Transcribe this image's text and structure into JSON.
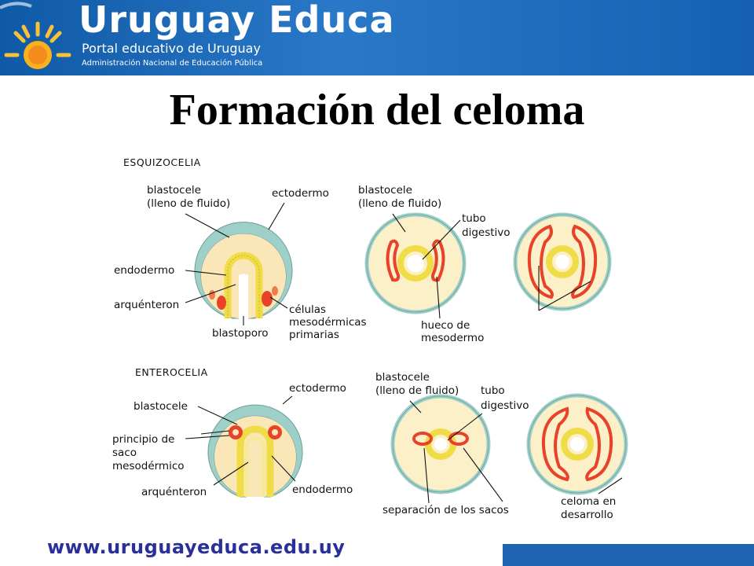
{
  "header": {
    "brand_title": "Uruguay Educa",
    "brand_subtitle": "Portal educativo de Uruguay",
    "brand_subtitle_small": "Administración Nacional de Educación Pública",
    "logo_icon": "sun-logo-icon"
  },
  "slide": {
    "title": "Formación del celoma"
  },
  "diagram": {
    "esquizocelia": {
      "section": "ESQUIZOCELIA",
      "blastocele_1": "blastocele",
      "blastocele_2": "(lleno de fluido)",
      "ectodermo": "ectodermo",
      "endodermo": "endodermo",
      "arquenteron": "arquénteron",
      "blastoporo": "blastoporo",
      "celulas_1": "células",
      "celulas_2": "mesodérmicas",
      "celulas_3": "primarias",
      "b2_blastocele_1": "blastocele",
      "b2_blastocele_2": "(lleno de fluido)",
      "tubo_1": "tubo",
      "tubo_2": "digestivo",
      "hueco_1": "hueco de",
      "hueco_2": "mesodermo"
    },
    "enterocelia": {
      "section": "ENTEROCELIA",
      "ectodermo": "ectodermo",
      "blastocele": "blastocele",
      "principio_1": "principio de",
      "principio_2": "saco",
      "principio_3": "mesodérmico",
      "arquenteron": "arquénteron",
      "endodermo": "endodermo",
      "b2_blastocele_1": "blastocele",
      "b2_blastocele_2": "(lleno de fluido)",
      "tubo_1": "tubo",
      "tubo_2": "digestivo",
      "separacion": "separación de los  sacos",
      "celoma_1": "celoma en",
      "celoma_2": "desarrollo"
    }
  },
  "footer": {
    "url": "www.uruguayeduca.edu.uy"
  },
  "colors": {
    "header_blue": "#1a66b5",
    "footer_text": "#2a2f99",
    "mesoderm_red": "#e8432a",
    "endoderm_yellow": "#f2e04a",
    "ectoderm_teal": "#8fc6c0",
    "blastocele_fill": "#fbf0c8"
  }
}
